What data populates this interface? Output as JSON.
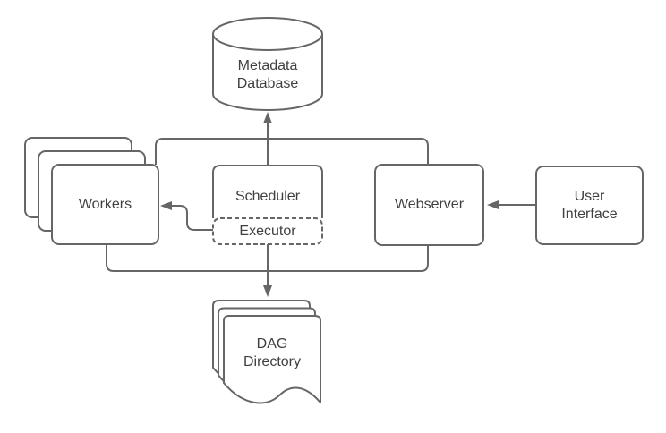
{
  "colors": {
    "stroke": "#666666",
    "text": "#404040",
    "background": "#ffffff"
  },
  "nodes": {
    "metadata_database": {
      "label": "Metadata\nDatabase",
      "shape": "cylinder"
    },
    "workers": {
      "label": "Workers",
      "shape": "stacked-rectangles",
      "stack_count": 3
    },
    "scheduler": {
      "label": "Scheduler",
      "shape": "rectangle"
    },
    "executor": {
      "label": "Executor",
      "shape": "dashed-rectangle",
      "parent": "scheduler"
    },
    "webserver": {
      "label": "Webserver",
      "shape": "rectangle"
    },
    "user_interface": {
      "label": "User\nInterface",
      "shape": "rectangle"
    },
    "dag_directory": {
      "label": "DAG\nDirectory",
      "shape": "stacked-documents",
      "stack_count": 3
    }
  },
  "edges": [
    {
      "from": "scheduler",
      "to": "metadata_database",
      "style": "arrow"
    },
    {
      "from": "workers",
      "to": "metadata_database",
      "style": "line-into-shared-arrow"
    },
    {
      "from": "webserver",
      "to": "metadata_database",
      "style": "line-into-shared-arrow"
    },
    {
      "from": "executor",
      "to": "workers",
      "style": "arrow"
    },
    {
      "from": "user_interface",
      "to": "webserver",
      "style": "arrow"
    },
    {
      "from": "executor",
      "to": "dag_directory",
      "style": "arrow"
    },
    {
      "from": "workers",
      "to": "dag_directory",
      "style": "line-into-shared-arrow"
    },
    {
      "from": "webserver",
      "to": "dag_directory",
      "style": "line-into-shared-arrow"
    }
  ]
}
